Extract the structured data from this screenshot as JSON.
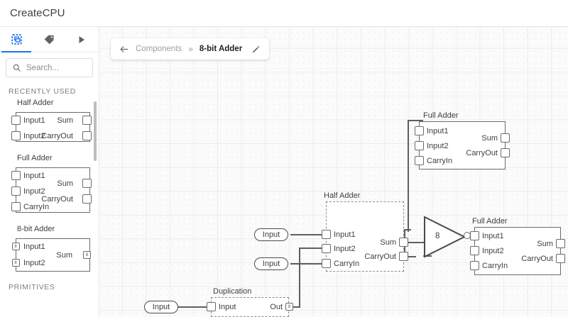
{
  "app": {
    "title": "CreateCPU"
  },
  "sidebar": {
    "tabs": [
      {
        "id": "chip-tab",
        "icon": "chip-icon",
        "active": true
      },
      {
        "id": "tag-tab",
        "icon": "tag-icon",
        "active": false
      },
      {
        "id": "run-tab",
        "icon": "play-icon",
        "active": false
      }
    ],
    "search": {
      "value": "",
      "placeholder": "Search..."
    },
    "sections": [
      {
        "label": "RECENTLY USED"
      },
      {
        "label": "PRIMITIVES"
      }
    ],
    "recently_used": [
      {
        "name": "Half Adder",
        "inputs": [
          "Input1",
          "Input2"
        ],
        "outputs": [
          "Sum",
          "CarryOut"
        ],
        "bus_pins": false
      },
      {
        "name": "Full Adder",
        "inputs": [
          "Input1",
          "Input2",
          "CarryIn"
        ],
        "outputs": [
          "Sum",
          "CarryOut"
        ],
        "bus_pins": false
      },
      {
        "name": "8-bit Adder",
        "inputs": [
          "Input1",
          "Input2"
        ],
        "outputs": [
          "Sum"
        ],
        "bus_pins": true,
        "bus_width": "8"
      }
    ]
  },
  "canvas": {
    "breadcrumb": {
      "back_icon": "arrow-left-icon",
      "root": "Components",
      "separator": "»",
      "current": "8-bit Adder",
      "edit_icon": "pencil-icon"
    },
    "components": [
      {
        "id": "full-adder-top",
        "name": "Full Adder",
        "inputs": [
          "Input1",
          "Input2",
          "CarryIn"
        ],
        "outputs": [
          "Sum",
          "CarryOut"
        ]
      },
      {
        "id": "half-adder-center",
        "name": "Half Adder",
        "inputs": [
          "Input1",
          "Input2",
          "CarryIn"
        ],
        "outputs": [
          "Sum",
          "CarryOut"
        ]
      },
      {
        "id": "full-adder-right",
        "name": "Full Adder",
        "inputs": [
          "Input1",
          "Input2",
          "CarryIn"
        ],
        "outputs": [
          "Sum",
          "CarryOut"
        ]
      },
      {
        "id": "duplication",
        "name": "Duplication",
        "inputs": [
          "Input"
        ],
        "outputs": [
          "Out"
        ],
        "out_bus_width": "8"
      }
    ],
    "io_nodes": [
      {
        "id": "input-node-1",
        "label": "Input"
      },
      {
        "id": "input-node-2",
        "label": "Input"
      },
      {
        "id": "input-node-3",
        "label": "Input"
      }
    ],
    "bus_component": {
      "id": "bus-merge",
      "label": "8"
    }
  },
  "colors": {
    "accent": "#1a73e8",
    "wire": "#5f5f5f",
    "component_border": "#6b6b6b",
    "text": "#3c4043",
    "muted": "#9aa0a6",
    "canvas_bg": "#fbfbfb"
  }
}
